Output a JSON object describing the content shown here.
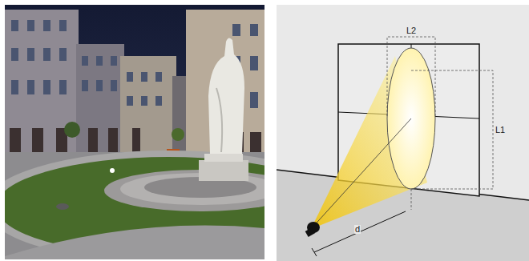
{
  "diagram": {
    "labels": [
      "L2",
      "L1",
      "d"
    ]
  }
}
